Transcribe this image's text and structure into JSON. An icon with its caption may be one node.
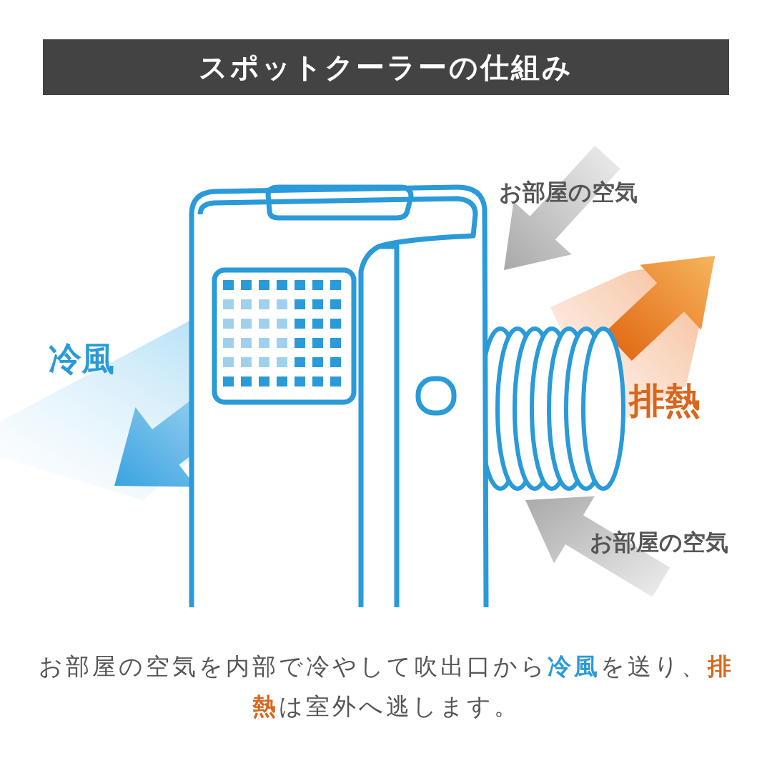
{
  "diagram": {
    "title": "スポットクーラーの仕組み",
    "caption": "お部屋の空気を内部で冷やして吹出口から**冷風**を送り、**排熱**は室外へ逃します。",
    "labels": [
      "お部屋の空気",
      "冷風",
      "排熱",
      "お部屋の空気"
    ]
  }
}
